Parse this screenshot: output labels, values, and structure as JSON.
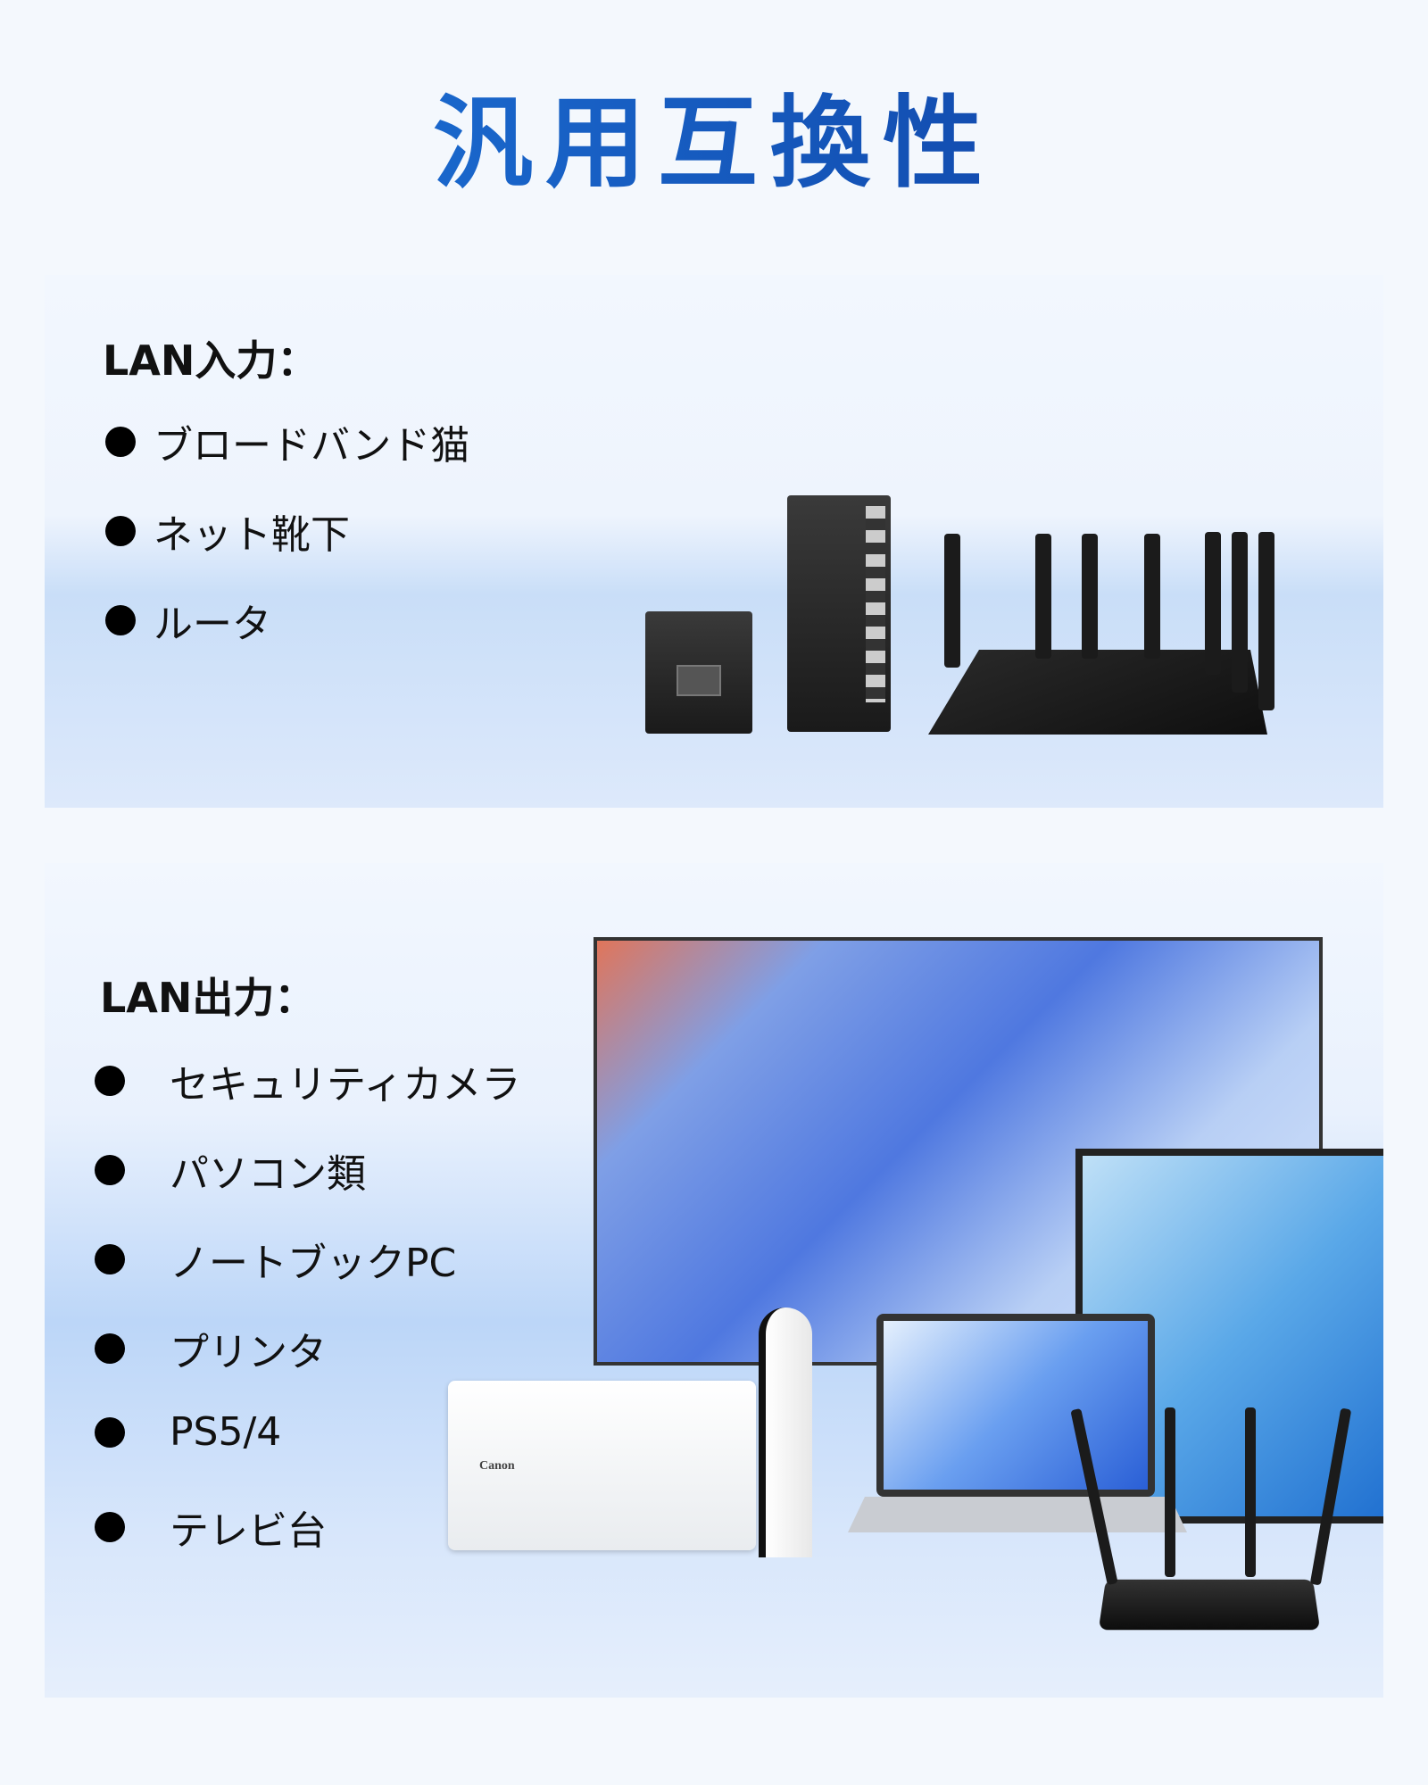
{
  "title": "汎用互換性",
  "lan_input": {
    "heading": "LAN入力：",
    "items": [
      "ブロードバンド猫",
      "ネット靴下",
      "ルータ"
    ]
  },
  "lan_output": {
    "heading": "LAN出力：",
    "items": [
      "セキュリティカメラ",
      "パソコン類",
      "ノートブックPC",
      "プリンタ",
      "PS5/4",
      "テレビ台"
    ]
  },
  "brand": {
    "printer": "Canon"
  }
}
